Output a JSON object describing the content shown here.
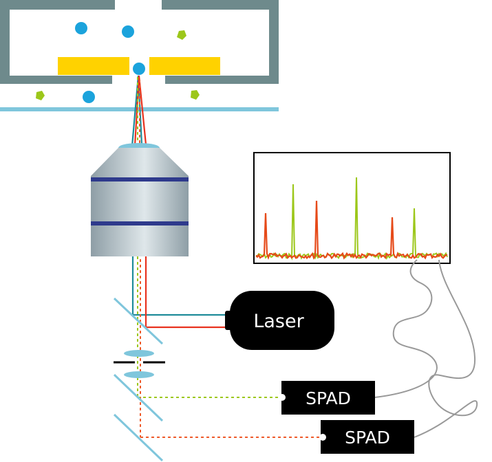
{
  "labels": {
    "laser": "Laser",
    "spad_1": "SPAD",
    "spad_2": "SPAD"
  },
  "colors": {
    "chamber": "#6e8a8c",
    "electrode": "#ffd200",
    "particle_blue": "#1ba3dc",
    "particle_green": "#9cc71a",
    "coverslip": "#7fc6dc",
    "beam_teal": "#1e8c9a",
    "beam_red": "#e8321e",
    "beam_green_dashed": "#9cc71a",
    "beam_red_dashed": "#ee5a2a",
    "objective_band": "#2e3a8c",
    "mirror": "#7fc6dc",
    "detector": "#000000",
    "fiber": "#999999",
    "trace_red": "#e64a19",
    "trace_green": "#9cc71a"
  }
}
